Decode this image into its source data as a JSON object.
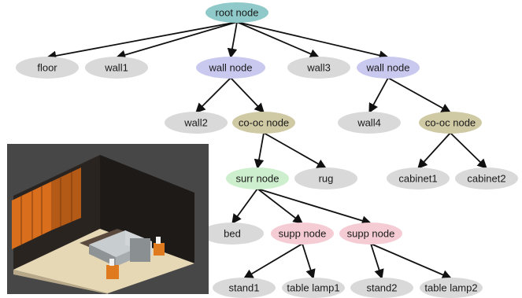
{
  "colors": {
    "root": "#8fc9c9",
    "wall_group": "#c9c9ef",
    "co_oc": "#cfc9a4",
    "surr": "#cdefcd",
    "supp": "#f5ccd3",
    "object": "#d9d9d9",
    "edge": "#111111"
  },
  "tree": {
    "root": "root node",
    "floor": "floor",
    "wall1": "wall1",
    "wall_node_a": "wall node",
    "wall3": "wall3",
    "wall_node_b": "wall node",
    "wall2": "wall2",
    "co_oc_a": "co-oc node",
    "wall4": "wall4",
    "co_oc_b": "co-oc node",
    "surr": "surr node",
    "rug": "rug",
    "cabinet1": "cabinet1",
    "cabinet2": "cabinet2",
    "bed": "bed",
    "supp_a": "supp node",
    "supp_b": "supp node",
    "stand1": "stand1",
    "table_lamp1": "table lamp1",
    "stand2": "stand2",
    "table_lamp2": "table lamp2"
  },
  "edges": [
    [
      "root",
      "floor"
    ],
    [
      "root",
      "wall1"
    ],
    [
      "root",
      "wall_node_a"
    ],
    [
      "root",
      "wall3"
    ],
    [
      "root",
      "wall_node_b"
    ],
    [
      "wall_node_a",
      "wall2"
    ],
    [
      "wall_node_a",
      "co_oc_a"
    ],
    [
      "wall_node_b",
      "wall4"
    ],
    [
      "wall_node_b",
      "co_oc_b"
    ],
    [
      "co_oc_a",
      "surr"
    ],
    [
      "co_oc_a",
      "rug"
    ],
    [
      "co_oc_b",
      "cabinet1"
    ],
    [
      "co_oc_b",
      "cabinet2"
    ],
    [
      "surr",
      "bed"
    ],
    [
      "surr",
      "supp_a"
    ],
    [
      "surr",
      "supp_b"
    ],
    [
      "supp_a",
      "stand1"
    ],
    [
      "supp_a",
      "table_lamp1"
    ],
    [
      "supp_b",
      "stand2"
    ],
    [
      "supp_b",
      "table_lamp2"
    ]
  ],
  "room_image": {
    "icon": "bedroom-render-image"
  }
}
